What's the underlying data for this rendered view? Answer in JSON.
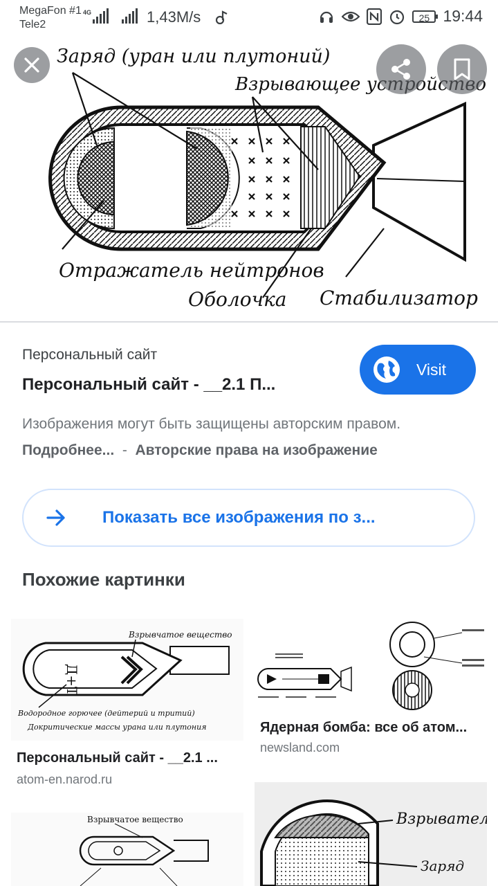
{
  "status_bar": {
    "carrier1": "MegaFon #1",
    "carrier2": "Tele2",
    "network": "4G",
    "speed": "1,43M/s",
    "battery": "25",
    "time": "19:44"
  },
  "hero_image": {
    "label_charge": "Заряд (уран или плутоний)",
    "label_detonator": "Взрывающее устройство",
    "label_reflector": "Отражатель нейтронов",
    "label_shell": "Оболочка",
    "label_stabilizer": "Стабилизатор"
  },
  "top_actions": {
    "close_icon": "close-icon",
    "share_icon": "share-icon",
    "save_icon": "bookmark-icon"
  },
  "info": {
    "site_name": "Персональный сайт",
    "page_title": "Персональный сайт - __2.1 П...",
    "visit_label": "Visit",
    "copyright_text": "Изображения могут быть защищены авторским правом.",
    "more_link": "Подробнее...",
    "separator": "-",
    "copyright_link": "Авторские права на изображение"
  },
  "show_all": {
    "label": "Показать все изображения по з..."
  },
  "related": {
    "heading": "Похожие картинки",
    "cards": [
      {
        "title": "Персональный сайт - __2.1 ...",
        "source": "atom-en.narod.ru",
        "img_label_1": "Взрывчатое вещество",
        "img_label_2": "Водородное горючее (дейтерий и тритий)",
        "img_label_3": "Докритические массы урана или плутония",
        "img_label_4": "Д+Т"
      },
      {
        "title": "Ядерная бомба: все об атом...",
        "source": "newsland.com"
      },
      {
        "title": "",
        "source": "",
        "img_label_1": "Взрывчатое вещество"
      },
      {
        "title": "",
        "source": "",
        "img_label_1": "Взрыватель",
        "img_label_2": "Заряд"
      }
    ]
  },
  "colors": {
    "accent": "#1a73e8",
    "text_primary": "#202124",
    "text_secondary": "#70757a"
  }
}
